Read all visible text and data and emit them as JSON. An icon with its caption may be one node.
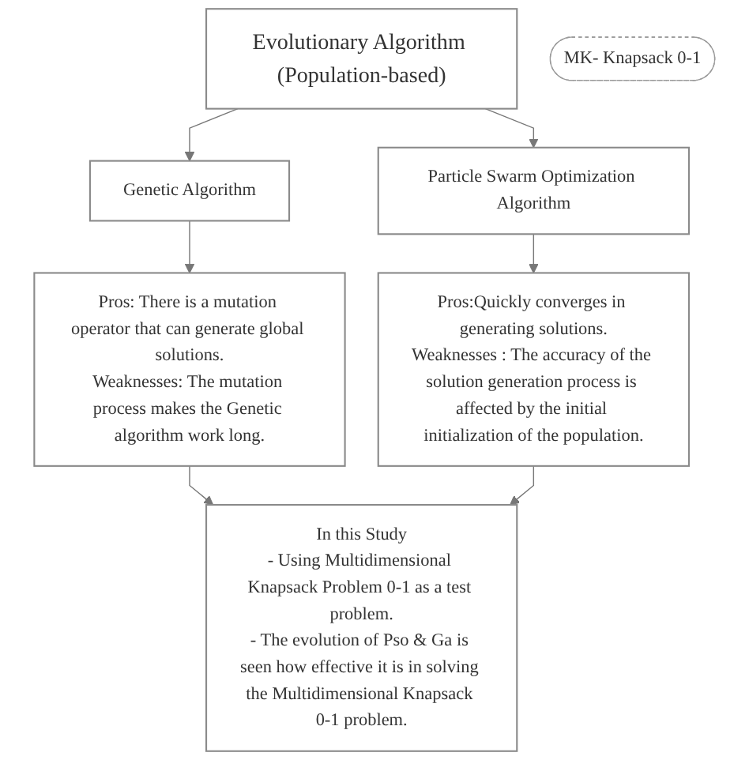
{
  "diagram": {
    "nodes": [
      {
        "text": [
          "Evolutionary Algorithm (Population-based)"
        ]
      },
      {
        "text": [
          "Genetic Algorithm"
        ]
      },
      {
        "text": [
          "Particle Swarm Optimization Algorithm"
        ]
      },
      {
        "text": [
          "MK- Knapsack 0-1"
        ]
      },
      {
        "text": [
          "Pros: There is a mutation operator that can generate global solutions.",
          "Weaknesses: The mutation process makes the Genetic algorithm work long."
        ]
      },
      {
        "text": [
          "Pros:Quickly converges in generating solutions.",
          "Weaknesses : The accuracy of the solution generation process is affected by the initial initialization of the population."
        ]
      },
      {
        "text": [
          "In this Study",
          "- Using Multidimensional Knapsack Problem 0-1 as a test problem.",
          "- The evolution of Pso & Ga is seen how effective it is in solving the Multidimensional Knapsack 0-1 problem."
        ]
      }
    ],
    "edges": [
      {
        "from": 0,
        "to": 1,
        "arrow": "to"
      },
      {
        "from": 0,
        "to": 2,
        "arrow": "to"
      },
      {
        "from": 1,
        "to": 4,
        "arrow": "to"
      },
      {
        "from": 2,
        "to": 5,
        "arrow": "to"
      },
      {
        "from": 4,
        "to": 6,
        "arrow": "to"
      },
      {
        "from": 5,
        "to": 6,
        "arrow": "to"
      }
    ]
  }
}
